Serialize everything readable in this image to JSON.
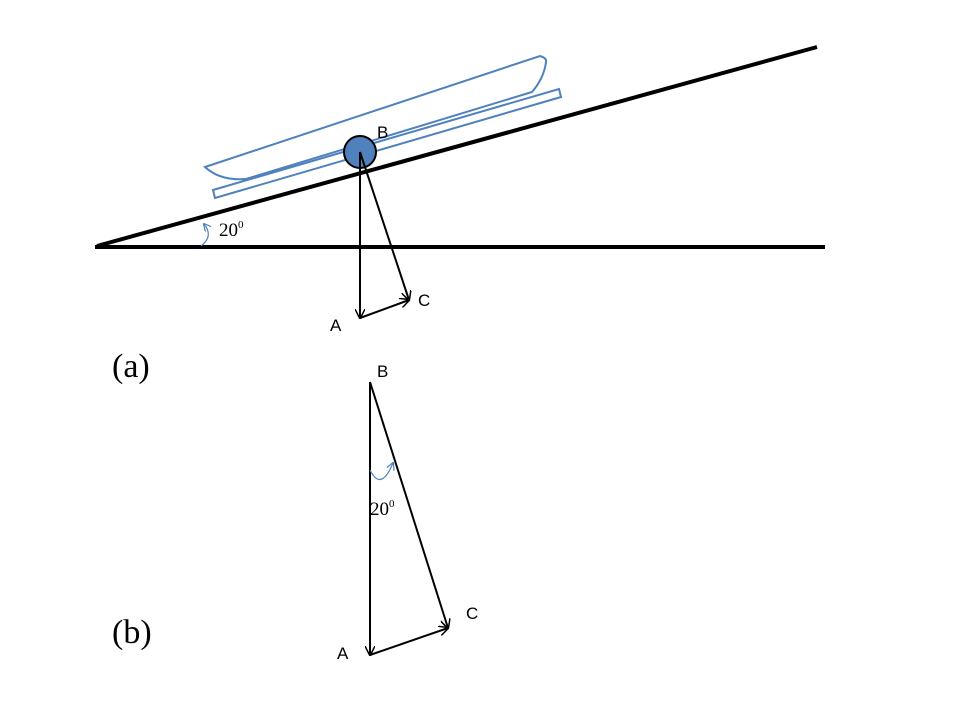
{
  "figure_a": {
    "caption": "(a)",
    "point_b": "B",
    "point_a": "A",
    "point_c": "C",
    "angle_value": "20",
    "angle_sup": "0"
  },
  "figure_b": {
    "caption": "(b)",
    "point_b": "B",
    "point_a": "A",
    "point_c": "C",
    "angle_value": "20",
    "angle_sup": "0"
  },
  "colors": {
    "line": "#000000",
    "accent": "#4F81BD",
    "wheel_fill": "#4F81BD"
  }
}
